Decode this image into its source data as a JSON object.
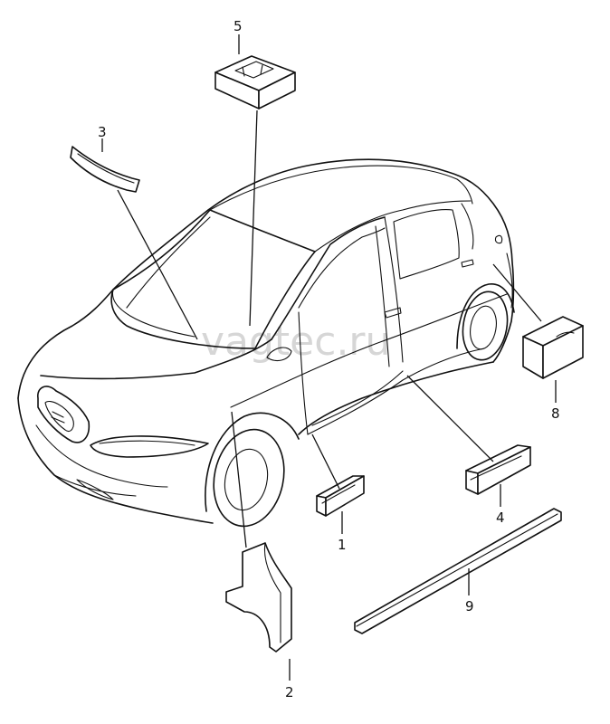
{
  "watermark": "vagtec.ru",
  "callouts": {
    "c1": "1",
    "c2": "2",
    "c3": "3",
    "c4": "4",
    "c5": "5",
    "c8": "8",
    "c9": "9"
  }
}
